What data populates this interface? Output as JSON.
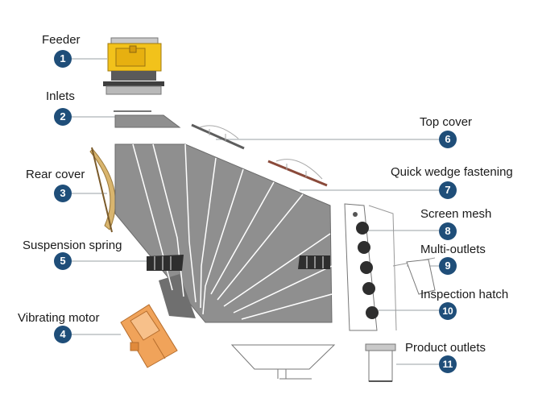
{
  "colors": {
    "badge": "#1f4e79",
    "body_gray": "#8f8f8f",
    "body_dark": "#5d5d5d",
    "panel_lines": "#ffffff",
    "feeder_yellow": "#f2c21b",
    "motor_orange": "#f0a35a",
    "rear_cover_tan": "#d9b56e",
    "leader_line": "#9aa0a6"
  },
  "parts": [
    {
      "num": "1",
      "label": "Feeder"
    },
    {
      "num": "2",
      "label": "Inlets"
    },
    {
      "num": "6",
      "label": "Top cover"
    },
    {
      "num": "3",
      "label": "Rear cover"
    },
    {
      "num": "7",
      "label": "Quick wedge fastening"
    },
    {
      "num": "8",
      "label": "Screen mesh"
    },
    {
      "num": "5",
      "label": "Suspension spring"
    },
    {
      "num": "9",
      "label": "Multi-outlets"
    },
    {
      "num": "10",
      "label": "Inspection hatch"
    },
    {
      "num": "4",
      "label": "Vibrating motor"
    },
    {
      "num": "11",
      "label": "Product outlets"
    }
  ]
}
